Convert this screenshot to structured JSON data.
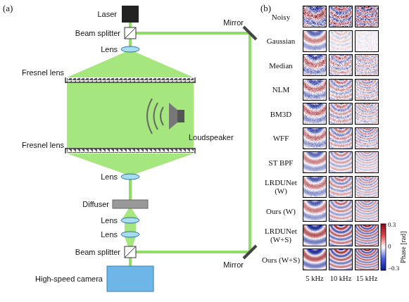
{
  "diagram": {
    "labels": [
      "(a)",
      "(b)",
      "Laser",
      "Beam splitter",
      "Mirror",
      "Lens",
      "Fresnel lens",
      "Loudspeaker",
      "Fresnel lens",
      "Lens",
      "Diffuser",
      "Lens",
      "Lens",
      "Beam splitter",
      "Mirror",
      "High-speed camera",
      "Noisy",
      "Gaussian",
      "Median",
      "NLM",
      "BM3D",
      "WFF",
      "ST BPF",
      "LRDUNet (W)",
      "Ours (W)",
      "LRDUNet (W+S)",
      "Ours (W+S)",
      "0.3",
      "0",
      "−0.3",
      "Phase [rad]",
      "5 kHz",
      "10 kHz",
      "15 kHz"
    ]
  }
}
